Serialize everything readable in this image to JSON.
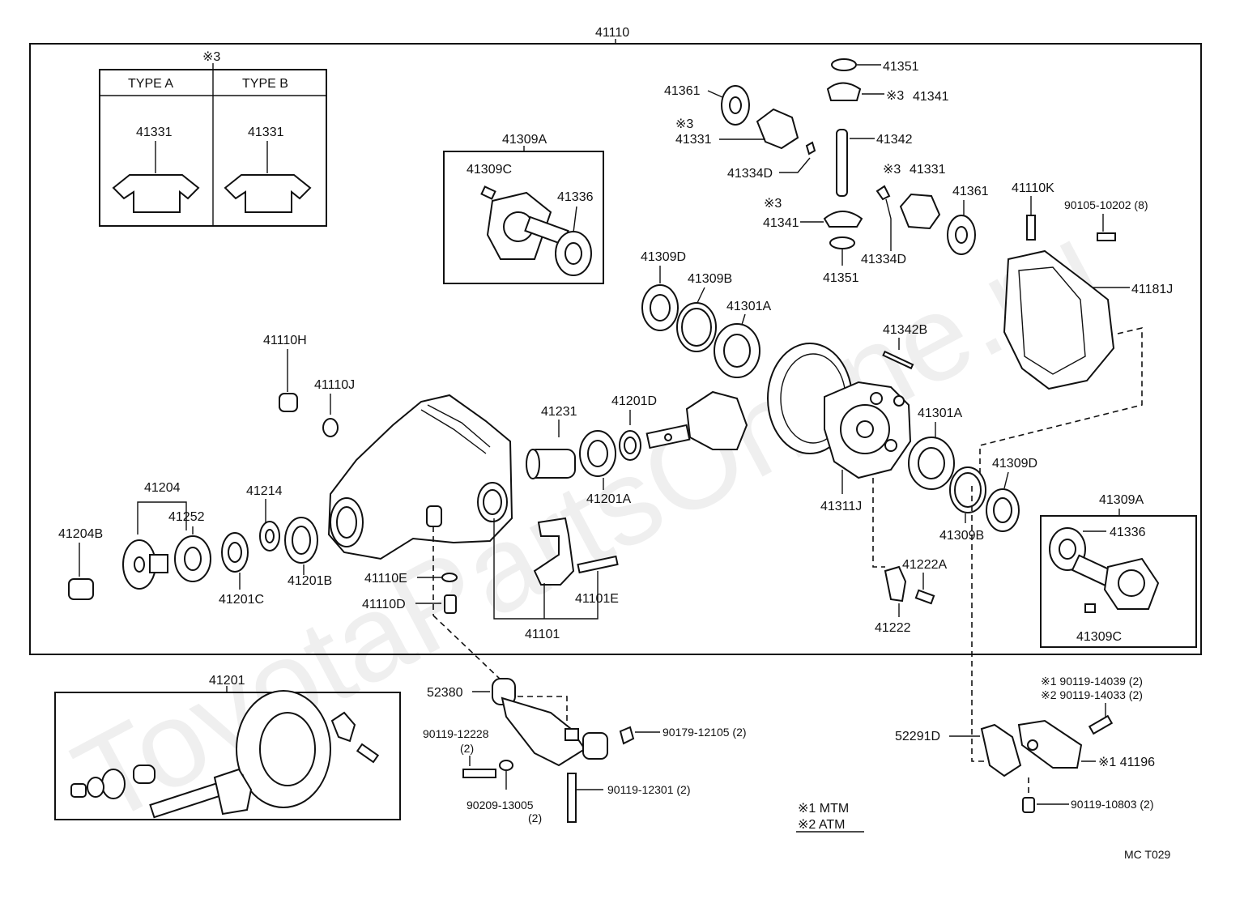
{
  "frame_label": "41110",
  "inset_type": {
    "mark": "※3",
    "col_a": "TYPE A",
    "col_b": "TYPE B",
    "part_a": "41331",
    "part_b": "41331"
  },
  "inset_41309A_top": {
    "title": "41309A",
    "bolt": "41309C",
    "bearing": "41336"
  },
  "inset_41309A_right": {
    "title": "41309A",
    "bearing": "41336",
    "bolt": "41309C"
  },
  "diff_internal": {
    "washer_top": "41351",
    "pinion_top": "41341",
    "pinion_top_mark": "※3",
    "washer_left": "41361",
    "side_gear_left": "41331",
    "side_gear_left_mark": "※3",
    "shaft": "41342",
    "clip_left": "41334D",
    "side_gear_right": "41331",
    "side_gear_right_mark": "※3",
    "washer_right": "41361",
    "pinion_bottom": "41341",
    "pinion_bottom_mark": "※3",
    "clip_right": "41334D",
    "washer_bottom": "41351"
  },
  "labels": {
    "p41110K": "41110K",
    "p90105": "90105-10202 (8)",
    "p41181J": "41181J",
    "p41309D_a": "41309D",
    "p41309B_a": "41309B",
    "p41301A_a": "41301A",
    "p41342B": "41342B",
    "p41110H": "41110H",
    "p41110J": "41110J",
    "p41231": "41231",
    "p41201D": "41201D",
    "p41201A": "41201A",
    "p41301A_b": "41301A",
    "p41309D_b": "41309D",
    "p41309B_b": "41309B",
    "p41311J": "41311J",
    "p41204": "41204",
    "p41252": "41252",
    "p41214": "41214",
    "p41204B": "41204B",
    "p41201C": "41201C",
    "p41201B": "41201B",
    "p41110E": "41110E",
    "p41110D": "41110D",
    "p41101E": "41101E",
    "p41101": "41101",
    "p41222A": "41222A",
    "p41222": "41222"
  },
  "bottom": {
    "ring_set_title": "41201",
    "p52380": "52380",
    "p90119_12228": "90119-12228",
    "p90119_12228_qty": "(2)",
    "p90179": "90179-12105 (2)",
    "p90209": "90209-13005",
    "p90209_qty": "(2)",
    "p90119_12301": "90119-12301 (2)",
    "legend_mtm": "※1 MTM",
    "legend_atm": "※2 ATM",
    "p52291D": "52291D",
    "bolt_mtm": "※1 90119-14039 (2)",
    "bolt_atm": "※2 90119-14033 (2)",
    "p41196": "※1 41196",
    "p90119_10803": "90119-10803 (2)",
    "code": "MC  T029"
  },
  "watermark": "ToyotaPartsOnline.ru"
}
